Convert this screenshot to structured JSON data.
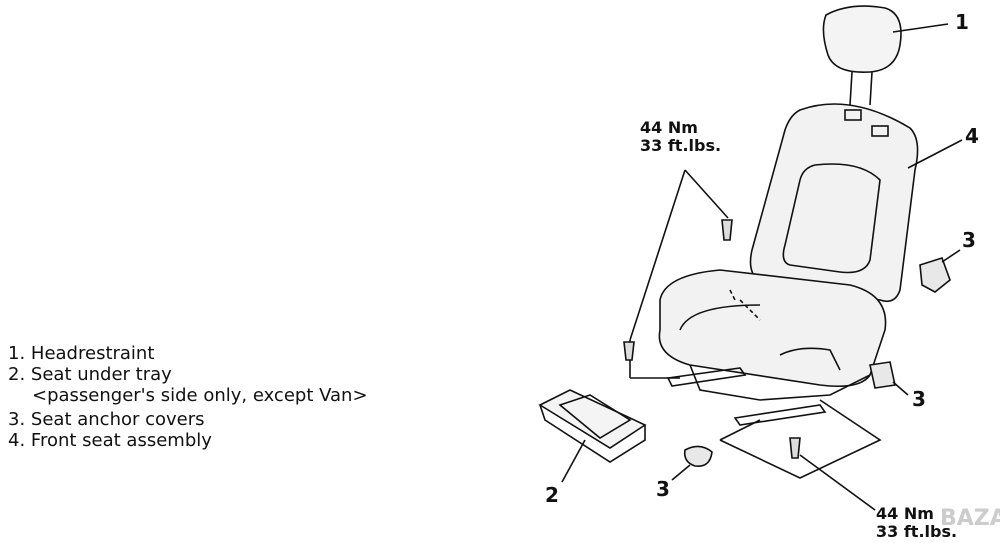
{
  "legend": [
    {
      "number": "1.",
      "text": "Headrestraint"
    },
    {
      "number": "2.",
      "text": "Seat under tray",
      "note": "<passenger's side only, except Van>"
    },
    {
      "number": "3.",
      "text": "Seat anchor covers"
    },
    {
      "number": "4.",
      "text": "Front seat assembly"
    }
  ],
  "callouts": {
    "headrestraint": "1",
    "tray": "2",
    "cover_a": "3",
    "cover_b": "3",
    "cover_c": "3",
    "seat": "4"
  },
  "torque_top": {
    "nm": "44 Nm",
    "ftlbs": "33 ft.lbs."
  },
  "torque_bottom": {
    "nm": "44 Nm",
    "ftlbs": "33 ft.lbs."
  },
  "colors": {
    "line": "#111111",
    "background": "#ffffff"
  }
}
